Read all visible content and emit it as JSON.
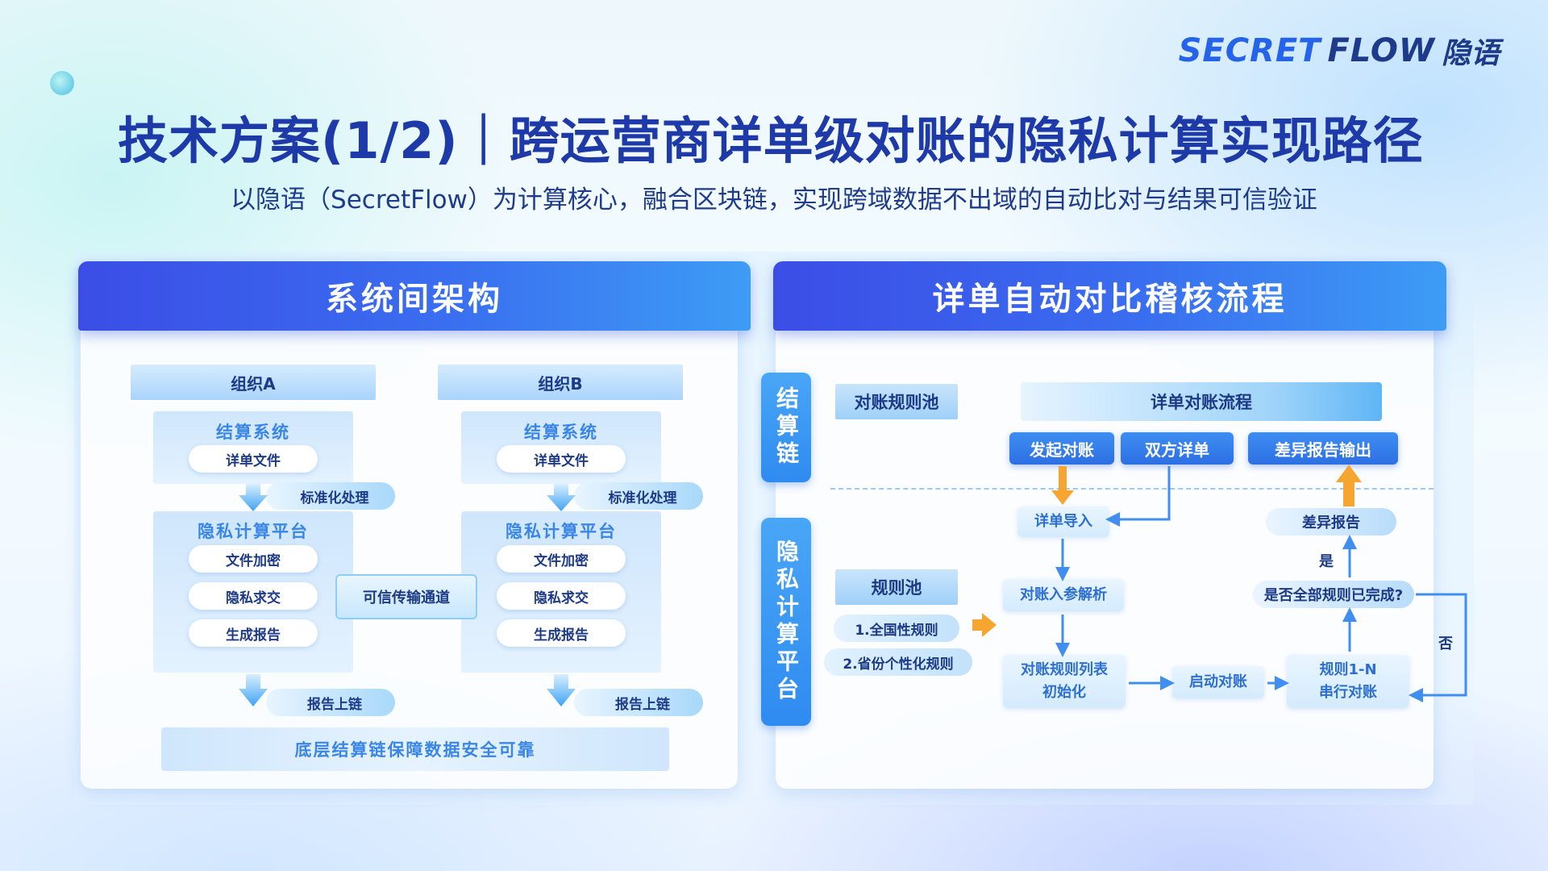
{
  "brand": {
    "logo_a": "SECRET",
    "logo_b": "FLOW",
    "logo_cn": "隐语"
  },
  "header": {
    "title": "技术方案(1/2)｜跨运营商详单级对账的隐私计算实现路径",
    "subtitle": "以隐语（SecretFlow）为计算核心，融合区块链，实现跨域数据不出域的自动比对与结果可信验证"
  },
  "left": {
    "banner": "系统间架构",
    "orgs": [
      {
        "name": "组织A",
        "settle_title": "结算系统",
        "file": "详单文件",
        "normalize": "标准化处理",
        "privacy_title": "隐私计算平台",
        "items": [
          "文件加密",
          "隐私求交",
          "生成报告"
        ],
        "onchain": "报告上链"
      },
      {
        "name": "组织B",
        "settle_title": "结算系统",
        "file": "详单文件",
        "normalize": "标准化处理",
        "privacy_title": "隐私计算平台",
        "items": [
          "文件加密",
          "隐私求交",
          "生成报告"
        ],
        "onchain": "报告上链"
      }
    ],
    "trusted_channel": "可信传输通道",
    "base": "底层结算链保障数据安全可靠"
  },
  "right": {
    "banner": "详单自动对比稽核流程",
    "lane_chain": "结算链",
    "lane_privacy": "隐私计算平台",
    "rule_pool_top": "对账规则池",
    "rule_pool": "规则池",
    "rules": [
      "1.全国性规则",
      "2.省份个性化规则"
    ],
    "flow_header": "详单对账流程",
    "buttons": [
      "发起对账",
      "双方详单",
      "差异报告输出"
    ],
    "steps": {
      "import": "详单导入",
      "parse": "对账入参解析",
      "init_1": "对账规则列表",
      "init_2": "初始化",
      "start": "启动对账",
      "serial_1": "规则1-N",
      "serial_2": "串行对账",
      "check": "是否全部规则已完成?",
      "diff": "差异报告",
      "yes": "是",
      "no": "否"
    }
  }
}
